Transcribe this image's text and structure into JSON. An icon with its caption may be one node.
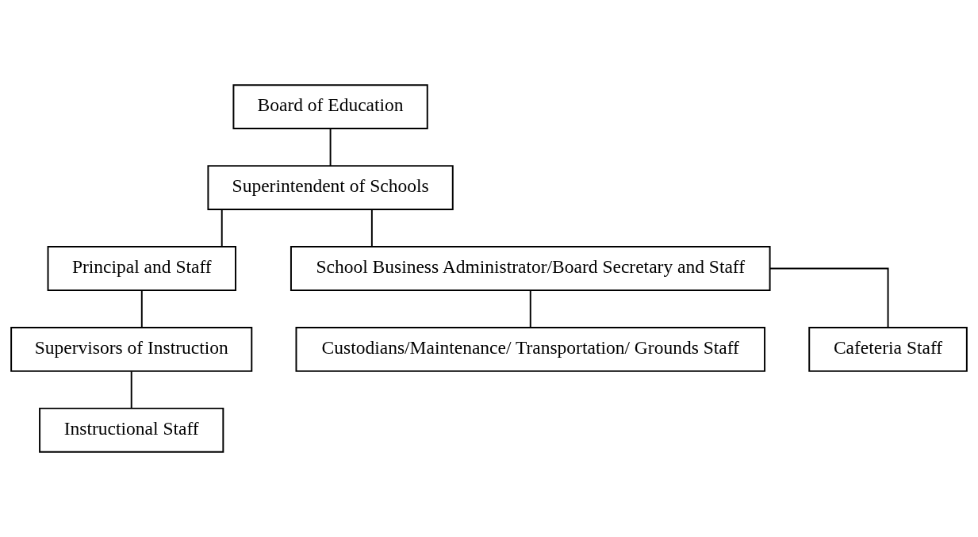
{
  "diagram": {
    "nodes": [
      {
        "text": [
          "Board of Education"
        ]
      },
      {
        "text": [
          "Superintendent of Schools"
        ]
      },
      {
        "text": [
          "Principal and Staff"
        ]
      },
      {
        "text": [
          "School Business Administrator/Board Secretary and Staff"
        ]
      },
      {
        "text": [
          "Supervisors of Instruction"
        ]
      },
      {
        "text": [
          "Custodians/Maintenance/ Transportation/ Grounds Staff"
        ]
      },
      {
        "text": [
          "Cafeteria Staff"
        ]
      },
      {
        "text": [
          "Instructional Staff"
        ]
      }
    ],
    "edges": [
      {
        "from": 0,
        "to": 1,
        "arrow": "none"
      },
      {
        "from": 1,
        "to": 2,
        "arrow": "none"
      },
      {
        "from": 1,
        "to": 3,
        "arrow": "none"
      },
      {
        "from": 2,
        "to": 4,
        "arrow": "none"
      },
      {
        "from": 3,
        "to": 5,
        "arrow": "none"
      },
      {
        "from": 3,
        "to": 6,
        "arrow": "none"
      },
      {
        "from": 4,
        "to": 7,
        "arrow": "none"
      }
    ]
  }
}
